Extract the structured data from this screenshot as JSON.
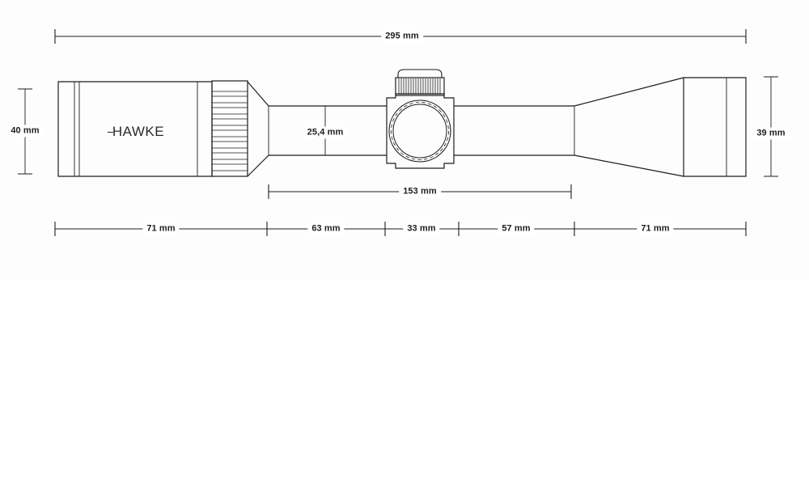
{
  "drawing": {
    "title_brand": "HAWKE",
    "brand_prefix_glyph": "cross-bar",
    "background_color": "#fdfdfd",
    "line_color": "#1d1d1d"
  },
  "dimensions": {
    "overall_length": "295 mm",
    "eyepiece_diameter": "40 mm",
    "tube_diameter": "25,4 mm",
    "objective_diameter": "39 mm",
    "mounting_span": "153 mm",
    "segments": [
      {
        "label": "71 mm",
        "name": "eyepiece-section"
      },
      {
        "label": "63 mm",
        "name": "rear-tube-section"
      },
      {
        "label": "33 mm",
        "name": "turret-section"
      },
      {
        "label": "57 mm",
        "name": "front-tube-section"
      },
      {
        "label": "71 mm",
        "name": "objective-section"
      }
    ]
  },
  "chart_data": {
    "type": "table",
    "title": "Hawke riflescope dimensional drawing",
    "units": "mm",
    "measurements": [
      {
        "name": "Overall length",
        "value": 295,
        "unit": "mm",
        "orientation": "horizontal",
        "position": "top"
      },
      {
        "name": "Eyepiece bell diameter",
        "value": 40,
        "unit": "mm",
        "orientation": "vertical",
        "position": "left"
      },
      {
        "name": "Main tube diameter",
        "value": 25.4,
        "unit": "mm",
        "orientation": "vertical",
        "position": "center"
      },
      {
        "name": "Objective bell diameter",
        "value": 39,
        "unit": "mm",
        "orientation": "vertical",
        "position": "right"
      },
      {
        "name": "Mounting length",
        "value": 153,
        "unit": "mm",
        "orientation": "horizontal",
        "position": "lower-middle"
      },
      {
        "name": "Eyepiece section length",
        "value": 71,
        "unit": "mm",
        "orientation": "horizontal",
        "position": "bottom"
      },
      {
        "name": "Rear tube section length",
        "value": 63,
        "unit": "mm",
        "orientation": "horizontal",
        "position": "bottom"
      },
      {
        "name": "Turret housing length",
        "value": 33,
        "unit": "mm",
        "orientation": "horizontal",
        "position": "bottom"
      },
      {
        "name": "Front tube section length",
        "value": 57,
        "unit": "mm",
        "orientation": "horizontal",
        "position": "bottom"
      },
      {
        "name": "Objective section length",
        "value": 71,
        "unit": "mm",
        "orientation": "horizontal",
        "position": "bottom"
      }
    ]
  }
}
